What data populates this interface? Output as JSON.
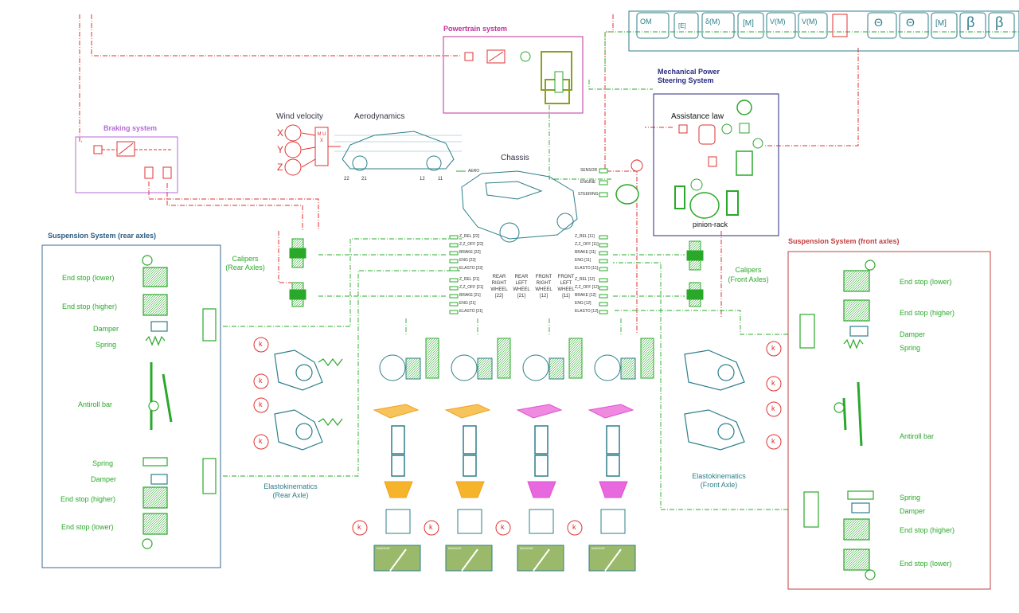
{
  "systems": {
    "powertrain": "Powertrain system",
    "braking": "Braking system",
    "mech_steering_1": "Mechanical Power",
    "mech_steering_2": "Steering System",
    "susp_rear": "Suspension System (rear axles)",
    "susp_front": "Suspension System (front axles)"
  },
  "labels": {
    "wind_velocity": "Wind velocity",
    "aerodynamics": "Aerodynamics",
    "chassis": "Chassis",
    "assistance_law": "Assistance law",
    "pinion_rack": "pinion-rack",
    "calipers_rear_1": "Calipers",
    "calipers_rear_2": "(Rear Axles)",
    "calipers_front_1": "Calipers",
    "calipers_front_2": "(Front Axles)",
    "elasto_rear_1": "Elastokinematics",
    "elasto_rear_2": "(Rear Axle)",
    "elasto_front_1": "Elastokinematics",
    "elasto_front_2": "(Front Axle)",
    "mux": "M U X",
    "wind_x": "X",
    "wind_y": "Y",
    "wind_z": "Z"
  },
  "rear_suspension": {
    "end_stop_lower_top": "End stop (lower)",
    "end_stop_higher_top": "End stop (higher)",
    "damper_top": "Damper",
    "spring_top": "Spring",
    "antiroll": "Antiroll bar",
    "spring_bot": "Spring",
    "damper_bot": "Damper",
    "end_stop_higher_bot": "End stop (higher)",
    "end_stop_lower_bot": "End stop (lower)"
  },
  "front_suspension": {
    "end_stop_lower_top": "End stop (lower)",
    "end_stop_higher_top": "End stop (higher)",
    "damper_top": "Damper",
    "spring_top": "Spring",
    "antiroll": "Antiroll bar",
    "spring_bot": "Spring",
    "damper_bot": "Damper",
    "end_stop_higher_bot": "End stop (higher)",
    "end_stop_lower_bot": "End stop (lower)"
  },
  "wheel_headers": {
    "rear_right": [
      "REAR",
      "RIGHT",
      "WHEEL",
      "[22]"
    ],
    "rear_left": [
      "REAR",
      "LEFT",
      "WHEEL",
      "[21]"
    ],
    "front_right": [
      "FRONT",
      "RIGHT",
      "WHEEL",
      "[12]"
    ],
    "front_left": [
      "FRONT",
      "LEFT",
      "WHEEL",
      "[11]"
    ]
  },
  "chassis_ports_left": [
    "Z_REL [22]",
    "Z,Z_OFF [22]",
    "BRAKE [22]",
    "ENG [22]",
    "ELASTO [22]",
    "Z_REL [21]",
    "Z,Z_OFF [21]",
    "BRAKE [21]",
    "ENG [21]",
    "ELASTO [21]"
  ],
  "chassis_ports_right": [
    "Z_REL [11]",
    "Z,Z_OFF [11]",
    "BRAKE [11]",
    "ENG [11]",
    "ELASTO [11]",
    "Z_REL [12]",
    "Z,Z_OFF [12]",
    "BRAKE [12]",
    "ENG [12]",
    "ELASTO [12]"
  ],
  "chassis_side_ports": [
    "SENSOR",
    "ENGINE",
    "STEERING"
  ],
  "aero_port": "AERO",
  "wheel_numbers": [
    "22",
    "21",
    "12",
    "11"
  ],
  "gain_symbol": "k",
  "imagine_label": "IMAGINE",
  "top_icons": [
    "OM",
    "[E]",
    "δ(M)",
    "[M]",
    "V(M)",
    "V(M)",
    "Θ",
    "Θ",
    "[M]",
    "β",
    "β"
  ],
  "colors": {
    "green": "#2aa82a",
    "red": "#e03030",
    "teal": "#2d7f8a",
    "magenta": "#c0309a",
    "purple_box": "#b46ad6",
    "navy_box": "#2a2a80",
    "red_box": "#c04040",
    "blue_box": "#3a6a90",
    "orange": "#f0a020",
    "pink": "#e050d0"
  }
}
